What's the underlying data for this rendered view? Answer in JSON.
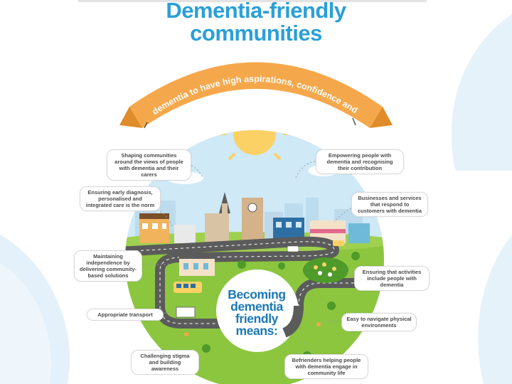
{
  "title": {
    "line1": "Dementia-friendly",
    "line2": "communities"
  },
  "banner": {
    "text": "Empowering people with dementia to have high aspirations, confidence and know they can contribute"
  },
  "center": {
    "line1": "Becoming",
    "line2": "dementia",
    "line3": "friendly",
    "line4": "means:"
  },
  "labels": {
    "shaping": "Shaping communities around the views of people with dementia and their carers",
    "empowering": "Empowering people with dementia and recognising their contribution",
    "early_diagnosis": "Ensuring early diagnosis, personalised and integrated care is the norm",
    "businesses": "Businesses and services that respond to customers with dementia",
    "independence": "Maintaining independence by delivering community-based solutions",
    "activities": "Ensuring that activities include people with dementia",
    "transport": "Appropriate transport",
    "navigate": "Easy to navigate physical environments",
    "stigma": "Challenging stigma and building awareness",
    "befrienders": "Befrienders helping people with dementia engage in community life"
  },
  "colors": {
    "title_blue": "#2a9fd8",
    "banner_orange": "#f5a84b",
    "sky_blue": "#cfe9f7",
    "grass_green": "#8cc63f",
    "road_grey": "#5b5b5b",
    "center_blue": "#1b78b5"
  }
}
